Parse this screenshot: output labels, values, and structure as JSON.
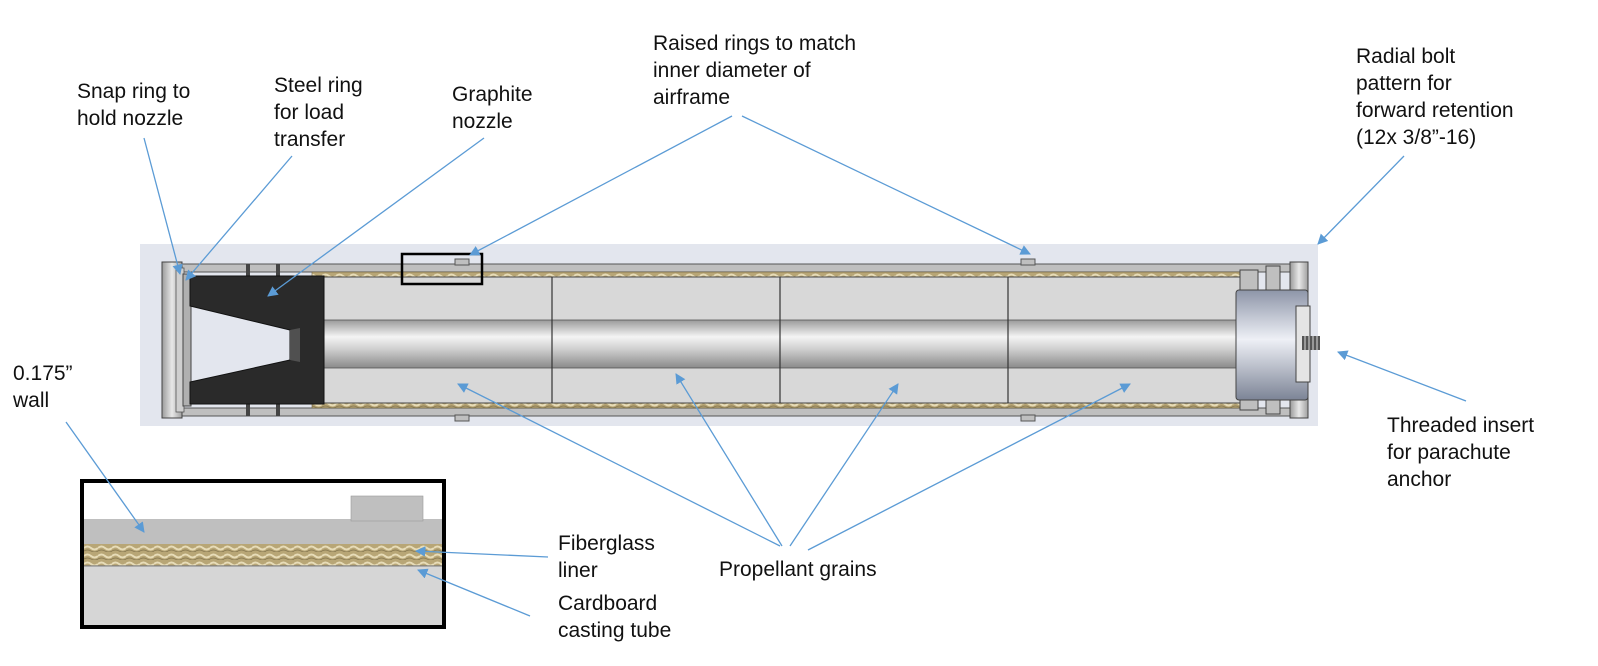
{
  "labels": {
    "snap_ring": "Snap ring to\nhold nozzle",
    "steel_ring": "Steel ring\nfor load\ntransfer",
    "graphite_nozzle": "Graphite\nnozzle",
    "raised_rings": "Raised rings to match\ninner diameter of\nairframe",
    "radial_bolt": "Radial bolt\npattern for\nforward retention\n(12x 3/8”-16)",
    "wall": "0.175”\nwall",
    "threaded_insert": "Threaded insert\nfor parachute\nanchor",
    "fiberglass_liner": "Fiberglass\nliner",
    "cardboard_tube": "Cardboard\ncasting tube",
    "propellant_grains": "Propellant grains"
  },
  "colors": {
    "leader": "#5b9bd5",
    "backdrop": "#e3e6ee",
    "casing": "#bfbfbf",
    "nozzle": "#2a2a2a",
    "grain": "#d8d8d8",
    "liner": "#b8a676",
    "inset_border": "#000000"
  }
}
